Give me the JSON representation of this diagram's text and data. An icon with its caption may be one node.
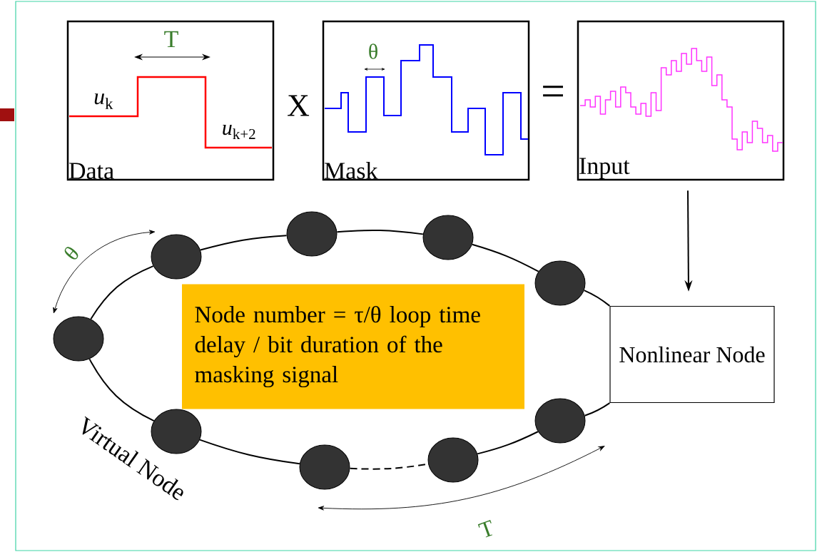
{
  "diagram": {
    "nodes": [
      {
        "text": [
          "Data"
        ]
      },
      {
        "text": [
          "Mask"
        ]
      },
      {
        "text": [
          "Input"
        ]
      },
      {
        "text": [
          "Nonlinear Node"
        ]
      },
      {
        "text": [
          "Node number = τ/θ loop time delay / bit duration of the masking signal"
        ]
      },
      {
        "text": [],
        "shape": "circle"
      },
      {
        "text": [],
        "shape": "circle"
      },
      {
        "text": [],
        "shape": "circle"
      },
      {
        "text": [],
        "shape": "circle"
      },
      {
        "text": [],
        "shape": "circle"
      },
      {
        "text": [],
        "shape": "circle"
      },
      {
        "text": [],
        "shape": "circle"
      },
      {
        "text": [],
        "shape": "circle"
      },
      {
        "text": [],
        "shape": "circle"
      }
    ],
    "edges": [
      {
        "from": 2,
        "to": 3,
        "arrow": "to"
      },
      {
        "from": 3,
        "to": 12,
        "arrow": "none"
      },
      {
        "from": 12,
        "to": 10,
        "arrow": "none"
      },
      {
        "from": 10,
        "to": 8,
        "arrow": "none"
      },
      {
        "from": 8,
        "to": 6,
        "arrow": "none"
      },
      {
        "from": 6,
        "to": 5,
        "arrow": "none"
      },
      {
        "from": 5,
        "to": 7,
        "arrow": "none"
      },
      {
        "from": 7,
        "to": 9,
        "arrow": "none"
      },
      {
        "from": 9,
        "to": 11,
        "arrow": "none",
        "style": "dashed"
      },
      {
        "from": 11,
        "to": 13,
        "arrow": "none"
      },
      {
        "from": 13,
        "to": 3,
        "arrow": "none"
      }
    ],
    "labels": [
      "T",
      "*u*$_{k}$",
      "*u*$_{k+2}$",
      "X",
      "θ",
      "=",
      "θ",
      "Virtual Node",
      "T"
    ]
  }
}
